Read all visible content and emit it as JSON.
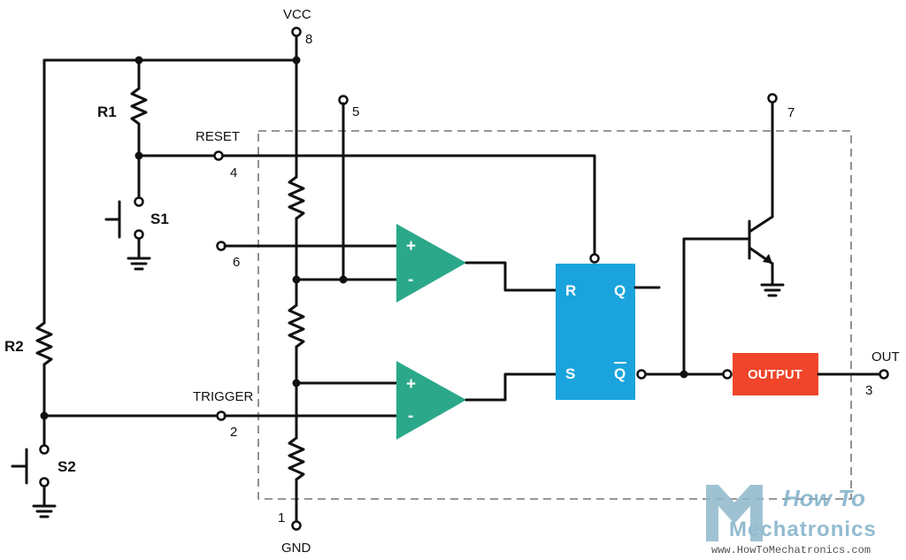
{
  "labels": {
    "vcc": "VCC",
    "gnd": "GND",
    "reset": "RESET",
    "trigger": "TRIGGER",
    "out": "OUT",
    "r1": "R1",
    "r2": "R2",
    "s1": "S1",
    "s2": "S2"
  },
  "pins": {
    "p1": "1",
    "p2": "2",
    "p3": "3",
    "p4": "4",
    "p5": "5",
    "p6": "6",
    "p7": "7",
    "p8": "8"
  },
  "comparators": {
    "plus": "+",
    "minus": "-"
  },
  "flipflop": {
    "r": "R",
    "s": "S",
    "q": "Q",
    "qbar": "Q"
  },
  "output_block": {
    "label": "OUTPUT"
  },
  "watermark": {
    "line1": "How To",
    "line2": "Mechatronics",
    "line3": "www.HowToMechatronics.com"
  },
  "colors": {
    "comparator": "#2ba88a",
    "flipflop": "#1aa3dc",
    "output": "#f0452a",
    "border": "#777777"
  }
}
